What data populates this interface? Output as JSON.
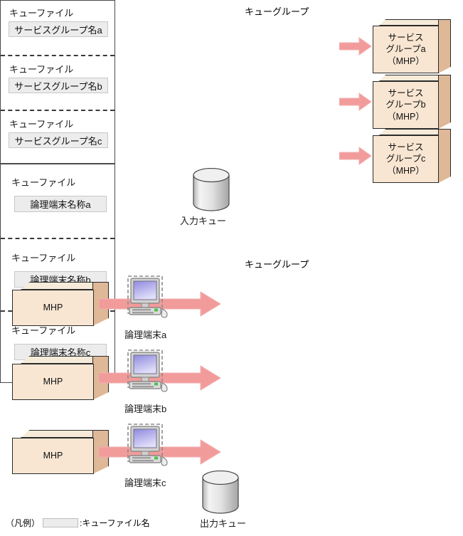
{
  "colors": {
    "arrow": "#f29b9b",
    "arrow_stroke": "#f0b0b0",
    "box_front": "#f8e6d2",
    "box_side": "#dfb897",
    "box_top": "#f6ead9",
    "chip_fill": "#ececec",
    "chip_border": "#c8c8c8",
    "group_border": "#4a4a4a",
    "dash_border": "#3a3a3a",
    "cylinder_light": "#f2f2f2",
    "cylinder_dark": "#a9a9a9",
    "screen_top": "#9e9ae6",
    "screen_bottom": "#d8d5f4"
  },
  "input_section": {
    "queue_group_title": "キューグループ",
    "queue_files": [
      {
        "title": "キューファイル",
        "chip": "サービスグループ名a"
      },
      {
        "title": "キューファイル",
        "chip": "サービスグループ名b"
      },
      {
        "title": "キューファイル",
        "chip": "サービスグループ名c"
      }
    ],
    "cylinder_label": "入力キュー",
    "targets": [
      {
        "line1": "サービス",
        "line2": "グループa",
        "line3": "（MHP）"
      },
      {
        "line1": "サービス",
        "line2": "グループb",
        "line3": "（MHP）"
      },
      {
        "line1": "サービス",
        "line2": "グループc",
        "line3": "（MHP）"
      }
    ],
    "arrow_icon": "right-arrow-icon"
  },
  "output_section": {
    "queue_group_title": "キューグループ",
    "queue_files": [
      {
        "title": "キューファイル",
        "chip": "論理端末名称a"
      },
      {
        "title": "キューファイル",
        "chip": "論理端末名称b"
      },
      {
        "title": "キューファイル",
        "chip": "論理端末名称c"
      }
    ],
    "cylinder_label": "出力キュー",
    "sources": [
      {
        "box_label": "MHP",
        "terminal_label": "論理端末a",
        "terminal_icon": "computer-terminal-icon"
      },
      {
        "box_label": "MHP",
        "terminal_label": "論理端末b",
        "terminal_icon": "computer-terminal-icon"
      },
      {
        "box_label": "MHP",
        "terminal_label": "論理端末c",
        "terminal_icon": "computer-terminal-icon"
      }
    ],
    "arrow_icon": "right-arrow-icon"
  },
  "legend": {
    "prefix": "（凡例）",
    "swatch_icon": "queue-file-name-swatch",
    "text": ":キューファイル名"
  }
}
